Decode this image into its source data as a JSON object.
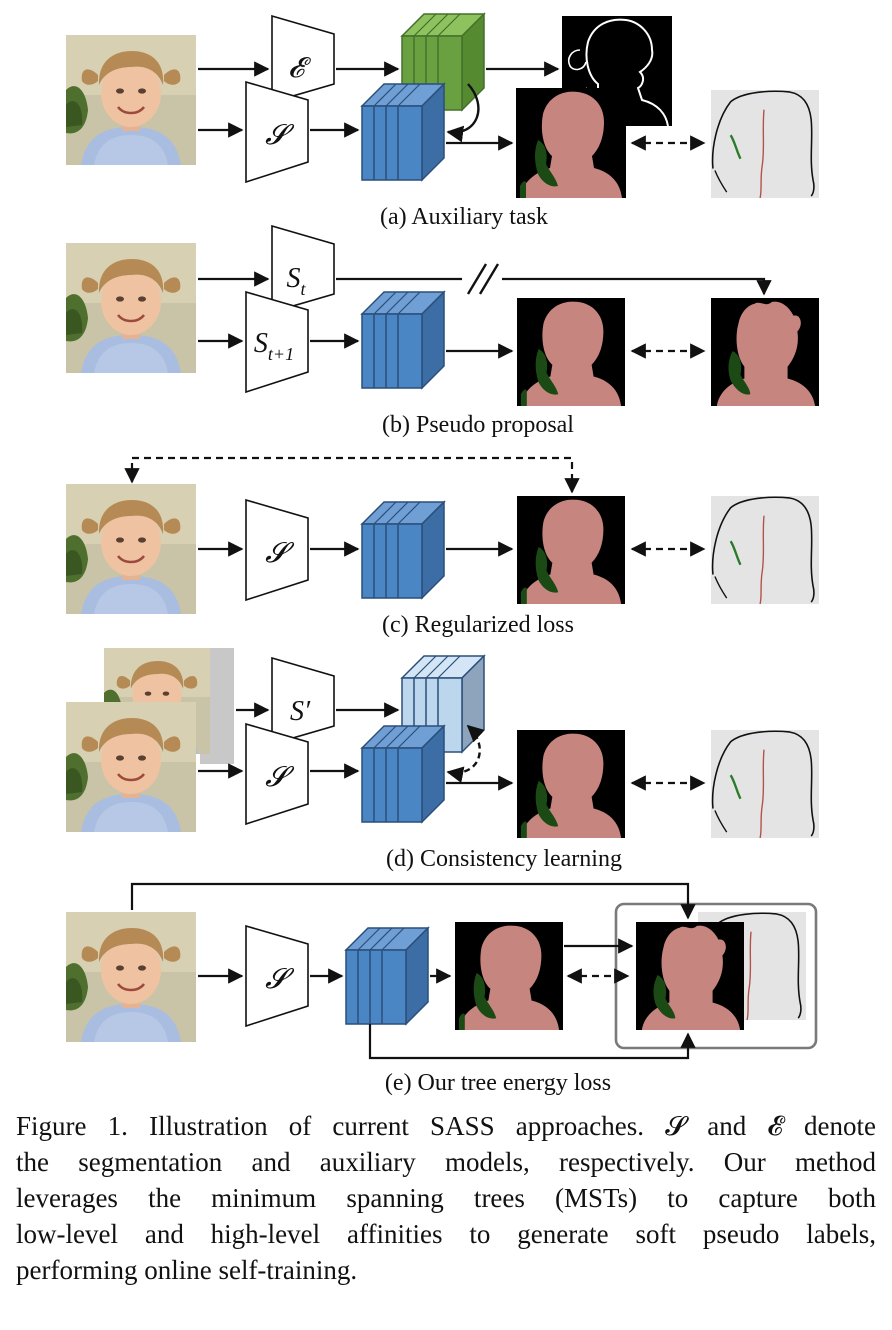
{
  "rows": [
    {
      "label": "(a) Auxiliary task",
      "models": [
        "𝓔",
        "𝓢"
      ]
    },
    {
      "label": "(b) Pseudo proposal",
      "models": [
        "S",
        "S"
      ],
      "subscripts": [
        "t",
        "t+1"
      ]
    },
    {
      "label": "(c) Regularized loss",
      "models": [
        "𝓢"
      ]
    },
    {
      "label": "(d) Consistency learning",
      "models": [
        "S′",
        "𝓢"
      ]
    },
    {
      "label": "(e) Our tree energy loss",
      "models": [
        "𝓢"
      ]
    }
  ],
  "caption_lines": [
    "Figure 1. Illustration of current SASS approaches. 𝓢 and 𝓔 denote",
    "the segmentation and auxiliary models, respectively. Our method",
    "leverages the minimum spanning trees (MSTs) to capture both",
    "low-level and high-level affinities to generate soft pseudo labels,",
    "performing online self-training."
  ],
  "colors": {
    "feature_blue": "#4a85c4",
    "feature_green": "#6aa140",
    "feature_light": "#bcd6ee",
    "mask_face": "#c7857f",
    "mask_plant": "#1c4a15",
    "mask_bg": "#000000",
    "scribble_bg": "#e4e4e4"
  },
  "icons": [
    "portrait-photo",
    "trapezoid-encoder",
    "feature-stack",
    "segmentation-mask",
    "edge-map",
    "scribble-annotation"
  ]
}
